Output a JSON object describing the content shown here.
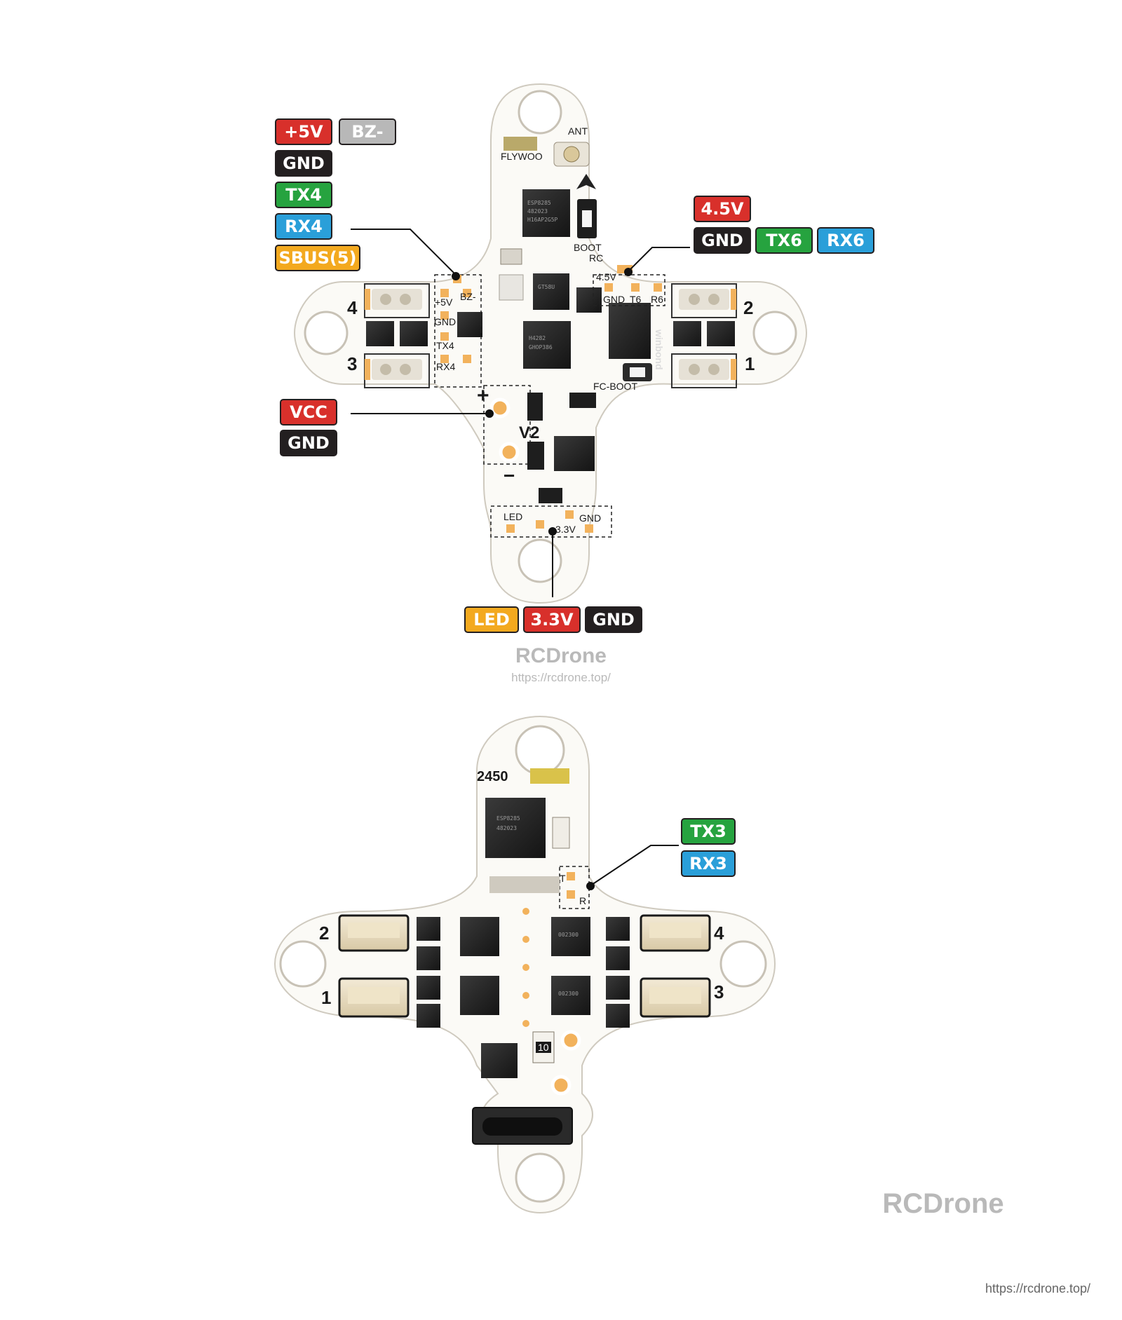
{
  "colors": {
    "red": "#d8302b",
    "gray": "#b8b8b8",
    "black": "#231f20",
    "green": "#26a33f",
    "blue": "#2a9fd9",
    "orange": "#f3a91f",
    "pad": "#f2b25c",
    "board": "#fbfaf6",
    "chip": "#2a2a2a"
  },
  "top_board": {
    "tags": {
      "plus5v": "+5V",
      "bz": "BZ-",
      "gnd_left": "GND",
      "tx4": "TX4",
      "rx4": "RX4",
      "sbus": "SBUS(5)",
      "v45": "4.5V",
      "gnd_right": "GND",
      "tx6": "TX6",
      "rx6": "RX6",
      "vcc": "VCC",
      "gnd_power": "GND",
      "led": "LED",
      "v33": "3.3V",
      "gnd_bottom": "GND"
    },
    "silk": {
      "ant": "ANT",
      "brand": "FLYWOO",
      "boot": "BOOT",
      "rc": "RC",
      "v45": "4.5V",
      "gnd": "GND",
      "t6": "T6",
      "r6": "R6",
      "plus5v": "+5V",
      "bz": "BZ-",
      "gnd_l": "GND",
      "tx4": "TX4",
      "rx4": "RX4",
      "fc_boot": "FC-BOOT",
      "v2": "V2",
      "plus": "+",
      "minus": "−",
      "led": "LED",
      "gnd_b": "GND",
      "v33": "3.3V",
      "motor_4": "4",
      "motor_3": "3",
      "motor_2": "2",
      "motor_1": "1",
      "winbond": "winbond"
    }
  },
  "bottom_board": {
    "tags": {
      "tx3": "TX3",
      "rx3": "RX3"
    },
    "silk": {
      "date_code": "2450",
      "t": "T",
      "r": "R",
      "motor_2": "2",
      "motor_1": "1",
      "motor_4": "4",
      "motor_3": "3",
      "r10": "10"
    }
  },
  "watermark": {
    "top_brand": "RCDrone",
    "top_url": "https://rcdrone.top/",
    "bottom_brand": "RCDrone",
    "bottom_url": "https://rcdrone.top/"
  }
}
